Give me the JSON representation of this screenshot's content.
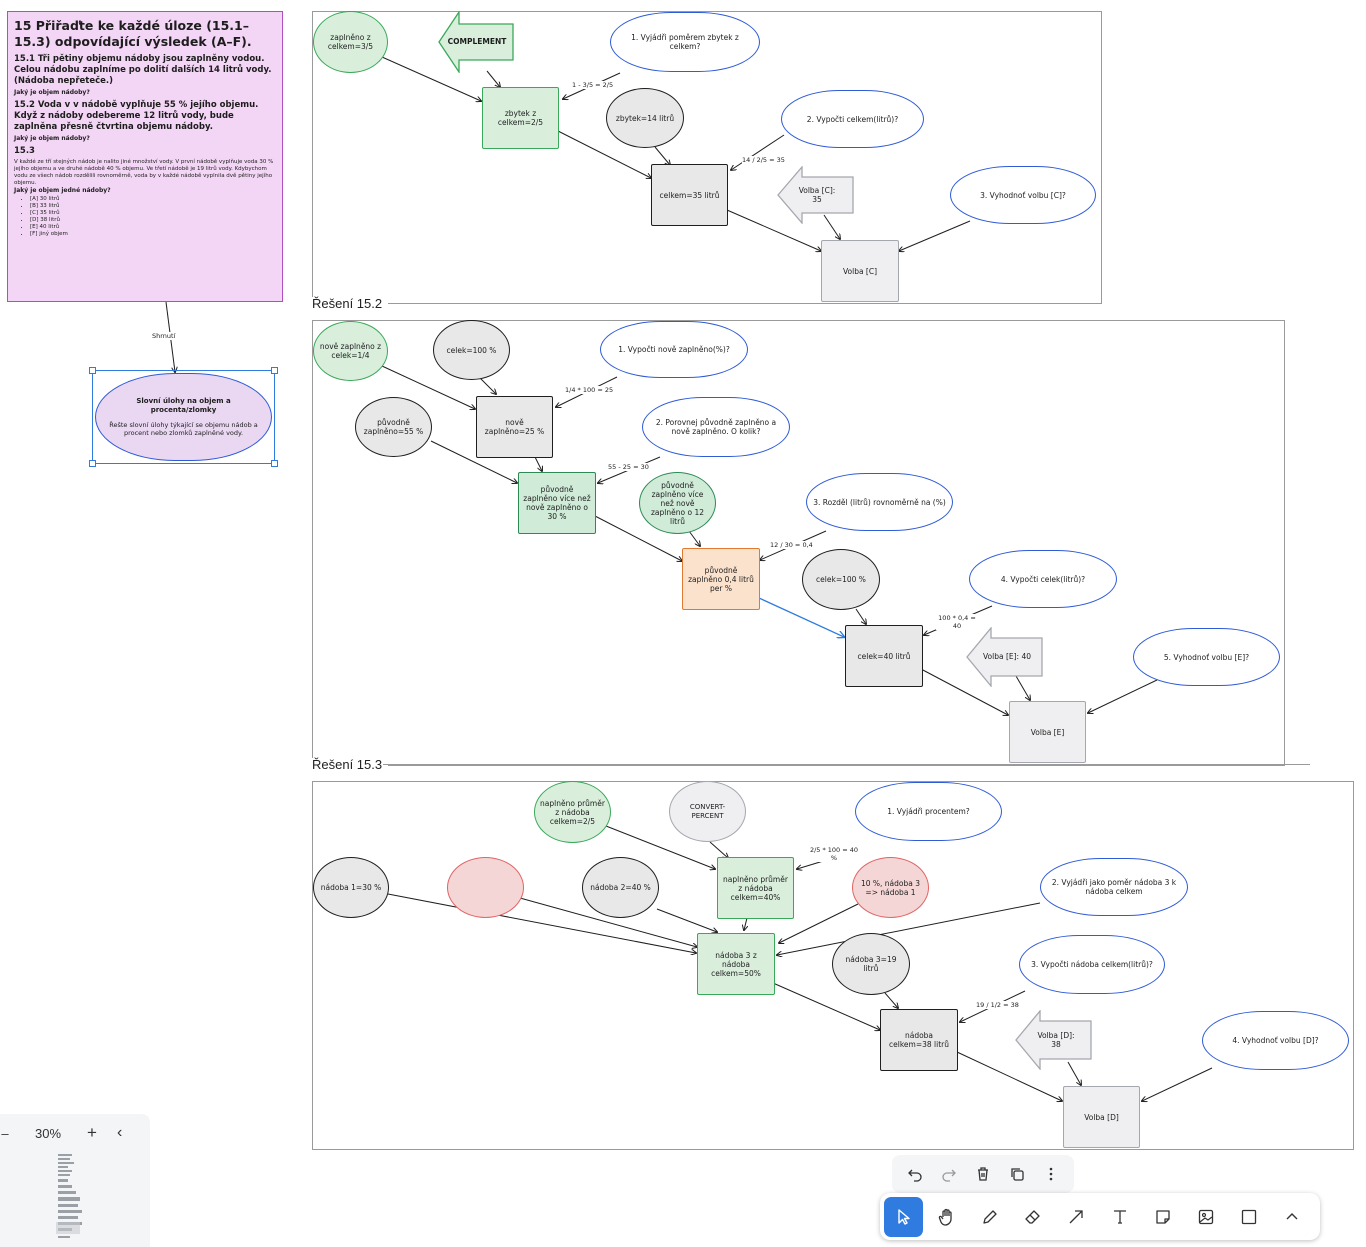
{
  "card": {
    "title": "15 Přiřaďte ke každé úloze (15.1–15.3) odpovídající výsledek (A–F).",
    "q1": "15.1 Tři pětiny objemu nádoby jsou zaplněny vodou. Celou nádobu zaplníme po dolití dalších 14 litrů vody. (Nádoba nepřeteče.)",
    "q1_sub": "Jaký je objem nádoby?",
    "q2": "15.2 Voda v v nádobě vyplňuje 55 % jejího objemu. Když z nádoby odebereme 12 litrů vody, bude zaplněna přesně čtvrtina objemu nádoby.",
    "q2_sub": "Jaký je objem nádoby?",
    "q3": "15.3",
    "q3_body": "V každé ze tří stejných nádob je nalito jiné množství vody. V první nádobě vyplňuje voda 30 % jejího objemu a ve druhé nádobě 40 % objemu. Ve třetí nádobě je 19 litrů vody. Kdybychom vodu ze všech nádob rozdělili rovnoměrně, voda by v každé nádobě vyplnila dvě pětiny jejího objemu.",
    "q3_sub": "Jaký je objem jedné nádoby?",
    "options": [
      "[A] 30 litrů",
      "[B] 33 litrů",
      "[C] 35 litrů",
      "[D] 38 litrů",
      "[E] 40 litrů",
      "[F] jiný objem"
    ]
  },
  "connector_label": "Shrnutí",
  "summary": {
    "title": "Slovní úlohy na objem a procenta/zlomky",
    "text": "Řešte slovní úlohy týkající se objemu nádob a procent nebo zlomků zaplněné vody."
  },
  "frame2_title": "Řešení 15.2",
  "frame3_title": "Řešení 15.3",
  "f1": {
    "n_zap": "zaplněno z celkem=3/5",
    "n_comp": "COMPLEMENT",
    "c1": "1. Vyjádři poměrem zbytek z celkem?",
    "l1": "1 - 3/5 = 2/5",
    "n_zbytek_celkem": "zbytek z celkem=2/5",
    "n_zbytek": "zbytek=14 litrů",
    "c2": "2. Vypočti celkem(litrů)?",
    "l2": "14 / 2/5 = 35",
    "n_celkem": "celkem=35 litrů",
    "n_volba_arrow": "Volba [C]: 35",
    "c3": "3. Vyhodnoť volbu [C]?",
    "n_volba": "Volba [C]"
  },
  "f2": {
    "n_nove_cel": "nově zaplněno z celek=1/4",
    "n_celek": "celek=100 %",
    "c1": "1. Vypočti nově zaplněno(%)?",
    "l1": "1/4 * 100 = 25",
    "n_puvodne": "původně zaplněno=55 %",
    "n_nove": "nově zaplněno=25 %",
    "c2": "2. Porovnej původně zaplněno a nově zaplněno. O kolik?",
    "l2": "55 - 25 = 30",
    "n_vice": "původně zaplněno více než nově zaplněno o 30 %",
    "n_vice12": "původně zaplněno více než nově zaplněno o 12 litrů",
    "c3": "3. Rozděl (litrů) rovnoměrně na (%)",
    "l3": "12 / 30 = 0,4",
    "n_04": "původně zaplněno 0,4 litrů per %",
    "n_celek2": "celek=100 %",
    "c4": "4. Vypočti celek(litrů)?",
    "l4": "100 * 0,4 = 40",
    "n_celek40": "celek=40 litrů",
    "n_volba_arrow": "Volba [E]: 40",
    "c5": "5. Vyhodnoť volbu [E]?",
    "n_volba": "Volba [E]"
  },
  "f3": {
    "n_prumer": "naplněno průměr z nádoba celkem=2/5",
    "n_convert": "CONVERT-PERCENT",
    "c1": "1. Vyjádři procentem?",
    "l1": "2/5 * 100 = 40 %",
    "n_nadoba1": "nádoba 1=30 %",
    "n_red": "",
    "n_nadoba2": "nádoba 2=40 %",
    "n_prumer40": "naplněno průměr z nádoba celkem=40%",
    "n_10": "10 %, nádoba 3 => nádoba 1",
    "c2": "2. Vyjádři jako poměr nádoba 3 k nádoba celkem",
    "n_nadoba3z": "nádoba 3 z nádoba celkem=50%",
    "n_nadoba3": "nádoba 3=19 litrů",
    "c3": "3. Vypočti nádoba celkem(litrů)?",
    "l3": "19 / 1/2 = 38",
    "n_celkem38": "nádoba celkem=38 litrů",
    "n_volba_arrow": "Volba [D]: 38",
    "c4": "4. Vyhodnoť volbu [D]?",
    "n_volba": "Volba [D]"
  },
  "zoom": {
    "minus": "–",
    "value": "30%",
    "plus": "+",
    "collapse": "‹"
  }
}
